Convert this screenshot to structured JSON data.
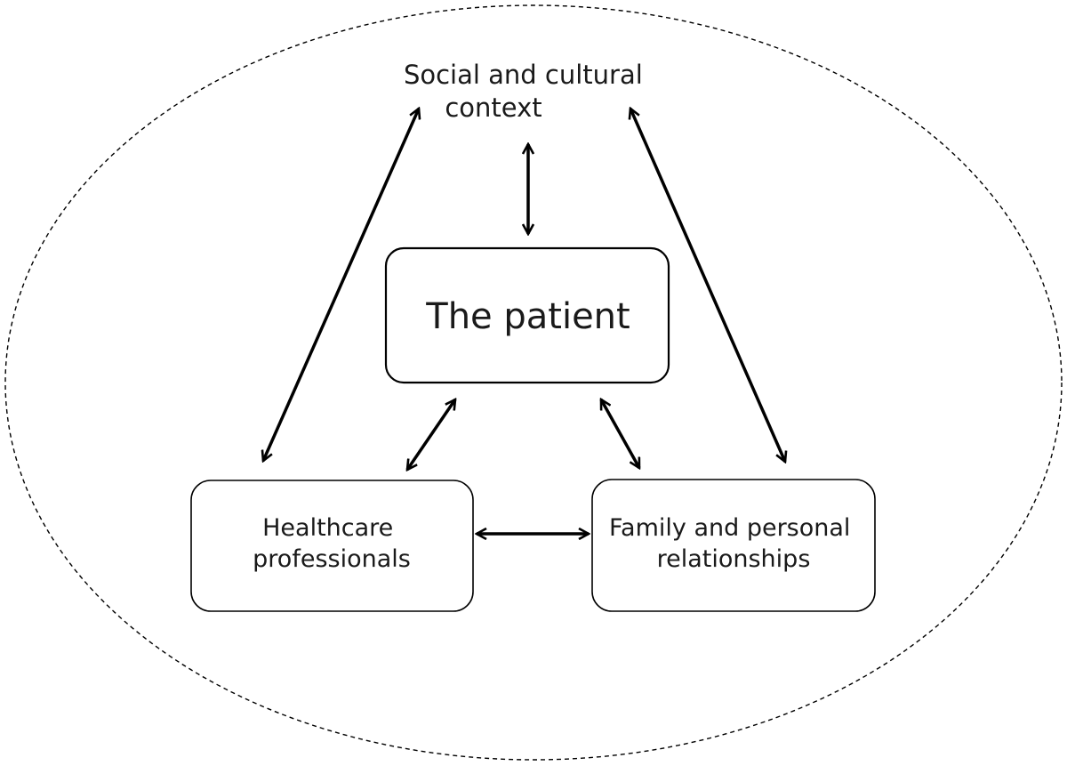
{
  "context": {
    "lines": [
      "Social and cultural",
      "context"
    ]
  },
  "patient": {
    "label": "The patient"
  },
  "healthcare": {
    "lines": [
      "Healthcare",
      "professionals"
    ]
  },
  "family": {
    "lines": [
      "Family and personal",
      "relationships"
    ]
  },
  "colors": {
    "stroke": "#000000",
    "text": "#1a1a1a",
    "background": "#ffffff"
  }
}
